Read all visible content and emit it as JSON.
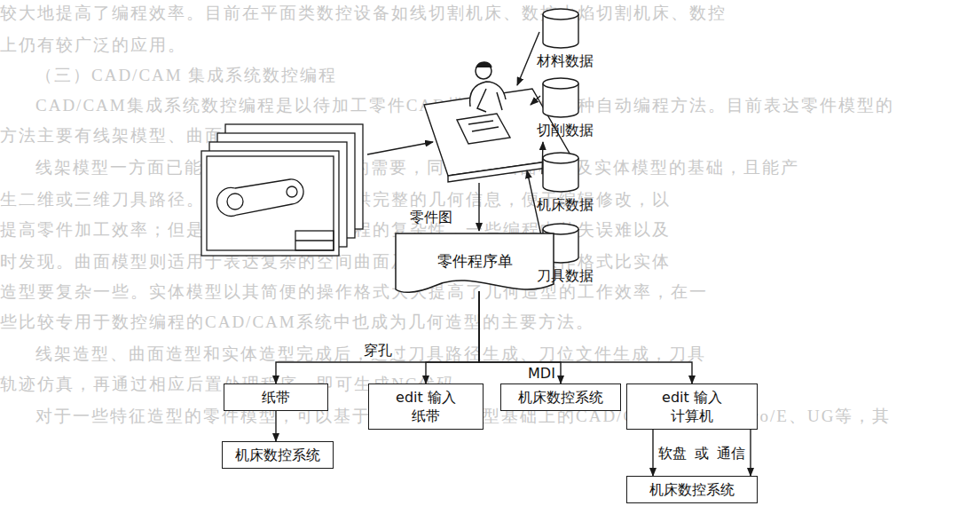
{
  "diagram": {
    "nodes": [
      {
        "text": [
          "零件图"
        ]
      },
      {
        "text": [
          "材料数据"
        ]
      },
      {
        "text": [
          "切削数据"
        ]
      },
      {
        "text": [
          "机床数据"
        ]
      },
      {
        "text": [
          "刀具数据"
        ]
      },
      {
        "text": [
          "零件程序单"
        ]
      },
      {
        "text": [
          "纸带"
        ]
      },
      {
        "text": [
          "edit 输入",
          "纸带"
        ]
      },
      {
        "text": [
          "机床数控系统"
        ]
      },
      {
        "text": [
          "edit 输入",
          "计算机"
        ]
      },
      {
        "text": [
          "机床数控系统"
        ]
      },
      {
        "text": [
          "机床数控系统"
        ]
      }
    ],
    "edges": [
      {
        "from": 5,
        "to": 6,
        "arrow": "to",
        "label": "穿孔"
      },
      {
        "from": 5,
        "to": 7,
        "arrow": "to"
      },
      {
        "from": 5,
        "to": 8,
        "arrow": "to",
        "label": "MDI"
      },
      {
        "from": 5,
        "to": 9,
        "arrow": "to"
      },
      {
        "from": 6,
        "to": 10,
        "arrow": "to"
      },
      {
        "from": 9,
        "to": 11,
        "arrow": "to",
        "label": "软盘"
      },
      {
        "from": 9,
        "to": 11,
        "arrow": "to",
        "label": "通信"
      }
    ],
    "labels": [
      "或",
      "较大地提高了编程效率。目前在平面类数控设备如线切割机床、数控火焰切割机床、数控",
      "上仍有较广泛的应用。",
      "（三）CAD/CAM 集成系统数控编程",
      "CAD/CAM集成系统数控编程是以待加工零件CAD模型为基础的一种自动编程方法。目前表达零件模型的",
      "方法主要有线架模型、曲面模型及实体模型。",
      "线架模型一方面已能满足简单零件造型的需要，同时也是曲面模型及实体模型的基础，且能产",
      "生二维或三维刀具路径。实体模型则可以提供完整的几何信息，便于编辑修改，以",
      "提高零件加工效率；但是，不足之处在于编程的复杂性，一些编程中的失误难以及",
      "时发现。曲面模型则适用于表达复杂的空间曲面及曲面的组合，但操作格式比实体",
      "造型要复杂一些。实体模型以其简便的操作格式大大提高了几何造型的工作效率，在一",
      "些比较专用于数控编程的CAD/CAM系统中也成为几何造型的主要方法。",
      "线架造型、曲面造型和实体造型完成后，通过刀具路径生成、刀位文件生成，刀具",
      "轨迹仿真，再通过相应后置处理程序，即可生成NC代码。",
      "对于一些特征造型的零件模型，可以基于建立在特征造型基础上的CAD/CAM系统，如Pro/E、UG等，其"
    ]
  }
}
